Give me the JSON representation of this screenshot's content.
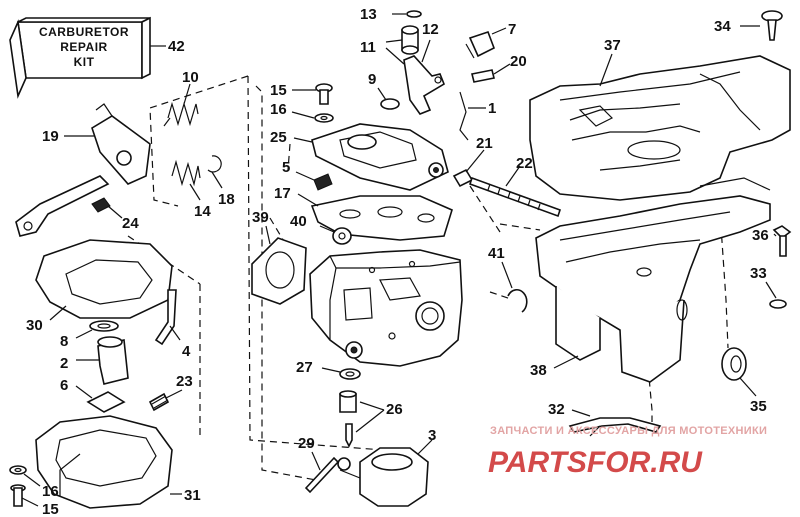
{
  "kit": {
    "line1": "CARBURETOR",
    "line2": "REPAIR",
    "line3": "KIT"
  },
  "labels": {
    "l1": "1",
    "l2": "2",
    "l3": "3",
    "l4": "4",
    "l5": "5",
    "l6": "6",
    "l7": "7",
    "l8": "8",
    "l9": "9",
    "l10": "10",
    "l11": "11",
    "l12": "12",
    "l13": "13",
    "l14": "14",
    "l15a": "15",
    "l15b": "15",
    "l16a": "16",
    "l16b": "16",
    "l17": "17",
    "l18": "18",
    "l19": "19",
    "l20": "20",
    "l21": "21",
    "l22": "22",
    "l23": "23",
    "l24": "24",
    "l25": "25",
    "l26": "26",
    "l27": "27",
    "l29": "29",
    "l30": "30",
    "l31": "31",
    "l32": "32",
    "l33": "33",
    "l34": "34",
    "l35": "35",
    "l36": "36",
    "l37": "37",
    "l38": "38",
    "l39": "39",
    "l40": "40",
    "l41": "41",
    "l42": "42"
  },
  "watermark": {
    "tagline": "ЗАПЧАСТИ И АКСЕССУАРЫ ДЛЯ МОТОТЕХНИКИ",
    "brand": "PARTSFOR.RU",
    "brand_color": "#cc2b2b"
  }
}
